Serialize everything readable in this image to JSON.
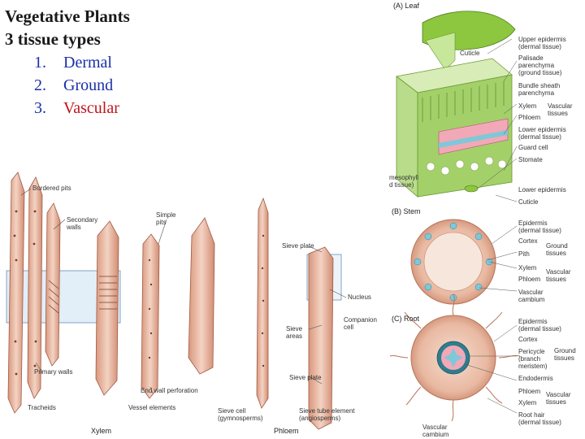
{
  "slide": {
    "title_line1": "Vegetative Plants",
    "title_line2": "3 tissue types",
    "items": [
      {
        "num": "1.",
        "label": "Dermal"
      },
      {
        "num": "2.",
        "label": "Ground"
      },
      {
        "num": "3.",
        "label": "Vascular"
      }
    ]
  },
  "left_figure": {
    "bordered_pits": "Bordered pits",
    "secondary_walls_1": "Secondary",
    "secondary_walls_2": "walls",
    "simple_pits_1": "Simple",
    "simple_pits_2": "pits",
    "sieve_plate_top": "Sieve plate",
    "nucleus": "Nucleus",
    "companion_1": "Companion",
    "companion_2": "cell",
    "sieve_areas_1": "Sieve",
    "sieve_areas_2": "areas",
    "primary_walls": "Primary walls",
    "end_wall": "End wall perforation",
    "sieve_plate_bottom": "Sieve plate",
    "tracheids": "Tracheids",
    "vessel_elements": "Vessel elements",
    "sieve_cell_1": "Sieve cell",
    "sieve_cell_2": "(gymnosperms)",
    "sieve_tube_1": "Sieve tube element",
    "sieve_tube_2": "(angiosperms)",
    "xylem": "Xylem",
    "phloem": "Phloem"
  },
  "right_figure": {
    "a_leaf": "(A) Leaf",
    "cuticle_top": "Cuticle",
    "upper_epidermis_1": "Upper epidermis",
    "upper_epidermis_2": "(dermal tissue)",
    "palisade_1": "Palisade",
    "palisade_2": "parenchyma",
    "palisade_3": "(ground tissue)",
    "bundle_1": "Bundle sheath",
    "bundle_2": "parenchyma",
    "xylem_a": "Xylem",
    "vascular_tissues_a1": "Vascular",
    "vascular_tissues_a2": "tissues",
    "phloem_a": "Phloem",
    "lower_epidermis_1": "Lower epidermis",
    "lower_epidermis_2": "(dermal tissue)",
    "guard_cell": "Guard cell",
    "stomate": "Stomate",
    "mesophyll_1": "mesophyll",
    "mesophyll_2": "d tissue)",
    "lower_epidermis_b": "Lower epidermis",
    "cuticle_bottom": "Cuticle",
    "b_stem": "(B) Stem",
    "epidermis_b1": "Epidermis",
    "epidermis_b2": "(dermal tissue)",
    "cortex_b": "Cortex",
    "ground_b1": "Ground",
    "ground_b2": "tissues",
    "pith": "Pith",
    "xylem_b": "Xylem",
    "vascular_b1": "Vascular",
    "vascular_b2": "tissues",
    "phloem_b": "Phloem",
    "vascular_cambium_b1": "Vascular",
    "vascular_cambium_b2": "cambium",
    "c_root": "(C) Root",
    "epidermis_c1": "Epidermis",
    "epidermis_c2": "(dermal tissue)",
    "cortex_c": "Cortex",
    "pericycle_1": "Pericycle",
    "pericycle_2": "(branch",
    "pericycle_3": "meristem)",
    "ground_c1": "Ground",
    "ground_c2": "tissues",
    "endodermis": "Endodermis",
    "phloem_c": "Phloem",
    "xylem_c": "Xylem",
    "vascular_c1": "Vascular",
    "vascular_c2": "tissues",
    "root_hair_1": "Root hair",
    "root_hair_2": "(dermal tissue)",
    "vascular_cambium_c1": "Vascular",
    "vascular_cambium_c2": "cambium"
  },
  "colors": {
    "title": "#1a1a1a",
    "list_blue": "#1a2fa8",
    "list_red": "#c0141c",
    "cell_tan": "#e8b9a0",
    "leaf_green": "#8dc63f"
  }
}
